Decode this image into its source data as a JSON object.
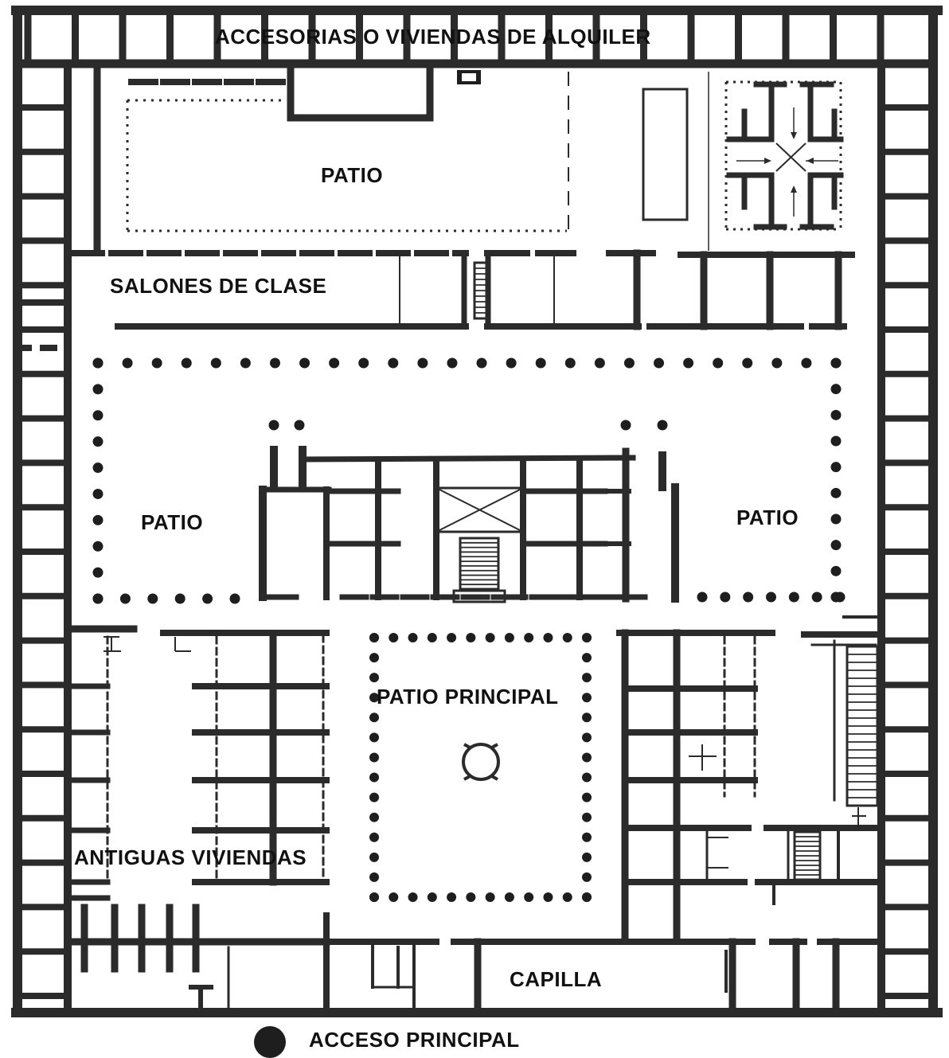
{
  "colors": {
    "wall": "#2b2b2b",
    "column": "#1e1e1e",
    "background": "#ffffff",
    "text": "#111111"
  },
  "labels": {
    "rental_units": "ACCESORIAS O VIVIENDAS DE ALQUILER",
    "patio_north": "PATIO",
    "classrooms": "SALONES DE CLASE",
    "patio_west": "PATIO",
    "patio_east": "PATIO",
    "main_patio": "PATIO PRINCIPAL",
    "old_dwellings": "ANTIGUAS VIVIENDAS",
    "chapel": "CAPILLA"
  },
  "legend": {
    "symbol": "filled-circle",
    "label": "ACCESO PRINCIPAL"
  }
}
